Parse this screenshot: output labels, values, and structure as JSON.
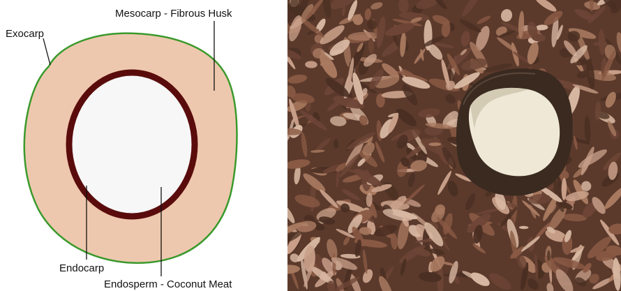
{
  "diagram": {
    "labels": {
      "exocarp": "Exocarp",
      "mesocarp": "Mesocarp - Fibrous Husk",
      "endocarp": "Endocarp",
      "endosperm": "Endosperm - Coconut Meat"
    },
    "colors": {
      "exocarp": "#3a9a2c",
      "mesocarp": "#eec8ae",
      "endocarp": "#5a0c0c",
      "endosperm": "#f7f7f7"
    }
  },
  "photo": {
    "subject": "coconut-shell-on-dry-leaves",
    "colors": {
      "leaves_dark": "#4a2f22",
      "leaves_mid": "#8a5a44",
      "leaves_light": "#c9a08a",
      "shell": "#3a2a20",
      "meat": "#efe8d6"
    }
  }
}
